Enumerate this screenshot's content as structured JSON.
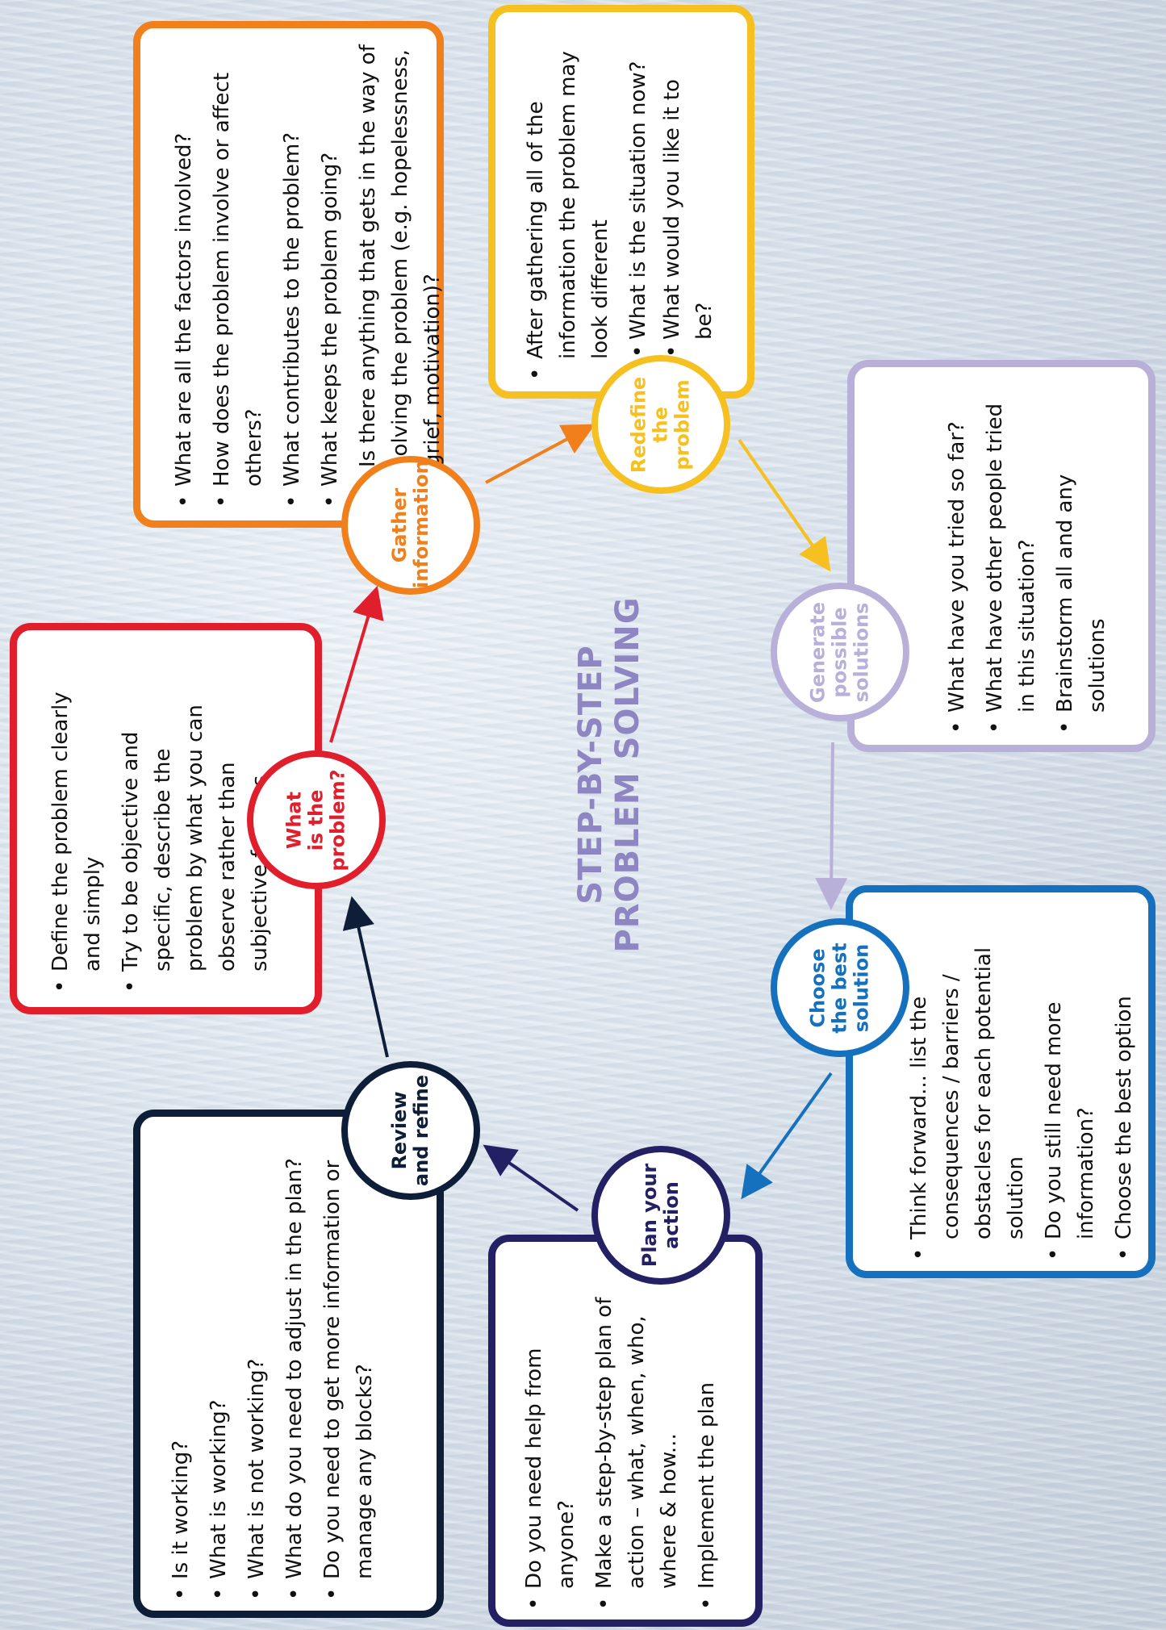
{
  "title": "STEP-BY-STEP\nPROBLEM SOLVING",
  "colors": {
    "what": "#e01e2c",
    "gather": "#f07f1c",
    "redefine": "#f5c020",
    "generate": "#b9b0da",
    "choose": "#1570bd",
    "plan": "#232064",
    "review": "#0f1e38"
  },
  "steps": [
    {
      "label": "What\nis the\nproblem?",
      "items": [
        {
          "text": "Define the problem clearly and simply"
        },
        {
          "text": "Try to be objective and specific, describe the problem by what you can observe rather than subjective feelings"
        }
      ]
    },
    {
      "label": "Gather\ninformation",
      "items": [
        {
          "text": "What are all the factors involved?"
        },
        {
          "text": "How does the problem involve or affect others?"
        },
        {
          "text": "What contributes to the problem?"
        },
        {
          "text": "What keeps the problem going?"
        },
        {
          "text": "Is there anything that gets in the way of solving the problem (e.g. hopelessness, grief, motivation)?"
        }
      ]
    },
    {
      "label": "Redefine\nthe\nproblem",
      "items": [
        {
          "text": "After gathering all of the information the problem may look different"
        },
        {
          "text": "What is the situation now?"
        },
        {
          "text": "What would you like it to be?"
        }
      ]
    },
    {
      "label": "Generate\npossible\nsolutions",
      "items": [
        {
          "text": "What have you tried so far?"
        },
        {
          "text": "What have other people tried in this situation?"
        },
        {
          "text": "Brainstorm all and any solutions"
        }
      ]
    },
    {
      "label": "Choose\nthe best\nsolution",
      "items": [
        {
          "text": "Think forward... list the consequences / barriers / obstacles for each potential solution"
        },
        {
          "text": "Do you still need more information?"
        },
        {
          "text": "Choose the best option"
        }
      ]
    },
    {
      "label": "Plan your\naction",
      "items": [
        {
          "text": "Do you need help from anyone?"
        },
        {
          "text": "Make a step-by-step plan of action – what, when, who, where & how..."
        },
        {
          "text": "Implement the plan"
        }
      ]
    },
    {
      "label": "Review\nand refine",
      "items": [
        {
          "text": "Is it working?"
        },
        {
          "text": "What is working?"
        },
        {
          "text": "What is not working?"
        },
        {
          "text": "What do you need to adjust in the plan?"
        },
        {
          "text": "Do you need to get more information or manage any blocks?"
        }
      ]
    }
  ]
}
